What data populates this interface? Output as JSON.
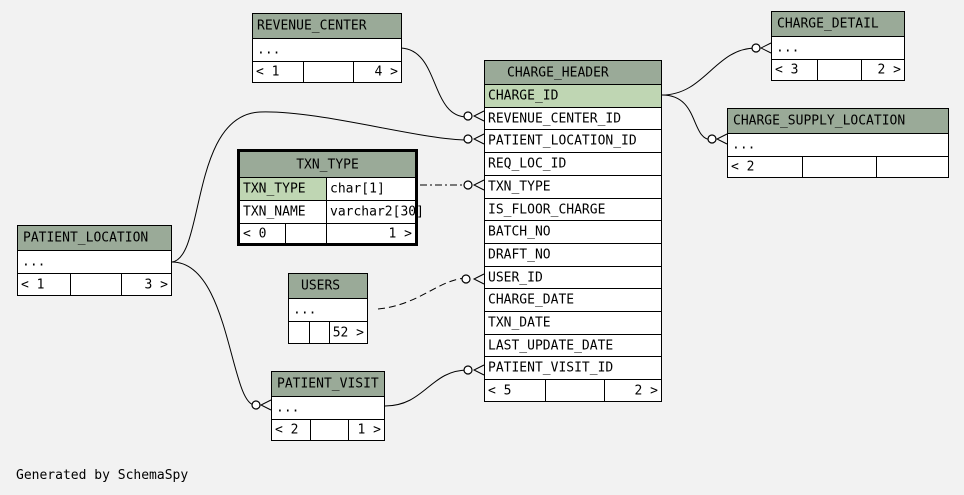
{
  "footer": "Generated by SchemaSpy",
  "tables": {
    "revenue_center": {
      "name": "REVENUE_CENTER",
      "body": "...",
      "parents": "< 1",
      "children": "4 >"
    },
    "charge_detail": {
      "name": "CHARGE_DETAIL",
      "body": "...",
      "parents": "< 3",
      "children": "2 >"
    },
    "charge_supply_location": {
      "name": "CHARGE_SUPPLY_LOCATION",
      "body": "...",
      "parents": "< 2",
      "children": ""
    },
    "txn_type": {
      "name": "TXN_TYPE",
      "columns": [
        {
          "name": "TXN_TYPE",
          "type": "char[1]"
        },
        {
          "name": "TXN_NAME",
          "type": "varchar2[30]"
        }
      ],
      "parents": "< 0",
      "children": "1 >"
    },
    "patient_location": {
      "name": "PATIENT_LOCATION",
      "body": "...",
      "parents": "< 1",
      "children": "3 >"
    },
    "users": {
      "name": "USERS",
      "body": "...",
      "parents": "",
      "children": "52 >"
    },
    "patient_visit": {
      "name": "PATIENT_VISIT",
      "body": "...",
      "parents": "< 2",
      "children": "1 >"
    },
    "charge_header": {
      "name": "CHARGE_HEADER",
      "columns": [
        "CHARGE_ID",
        "REVENUE_CENTER_ID",
        "PATIENT_LOCATION_ID",
        "REQ_LOC_ID",
        "TXN_TYPE",
        "IS_FLOOR_CHARGE",
        "BATCH_NO",
        "DRAFT_NO",
        "USER_ID",
        "CHARGE_DATE",
        "TXN_DATE",
        "LAST_UPDATE_DATE",
        "PATIENT_VISIT_ID"
      ],
      "parents": "< 5",
      "children": "2 >"
    }
  },
  "colors": {
    "header": "#9aaa98",
    "primary_key": "#bfd6b3",
    "background": "#f2f2f2"
  }
}
